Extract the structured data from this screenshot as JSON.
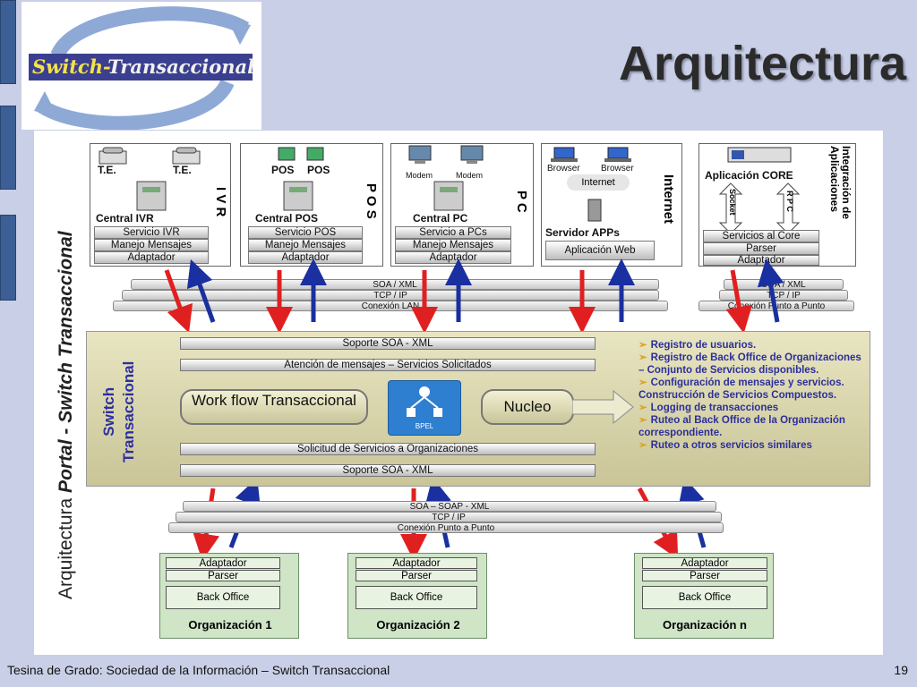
{
  "slide": {
    "title": "Arquitectura",
    "footer": "Tesina de Grado: Sociedad de la Información – Switch Transaccional",
    "page_number": "19",
    "logo_text_a": "Switch-",
    "logo_text_b": "Transaccional"
  },
  "diagram": {
    "side_title_a": "Arquitectura ",
    "side_title_b": "Portal - Switch Transaccional",
    "columns": [
      {
        "vlabel": "I V R",
        "items": [
          "T.E.",
          "T.E."
        ],
        "central": "Central  IVR",
        "layers": [
          "Servicio IVR",
          "Manejo Mensajes",
          "Adaptador"
        ]
      },
      {
        "vlabel": "P O S",
        "items": [
          "POS",
          "POS"
        ],
        "central": "Central POS",
        "layers": [
          "Servicio POS",
          "Manejo Mensajes",
          "Adaptador"
        ]
      },
      {
        "vlabel": "P C",
        "items": [
          "Modem",
          "Modem"
        ],
        "central": "Central PC",
        "layers": [
          "Servicio a PCs",
          "Manejo Mensajes",
          "Adaptador"
        ]
      },
      {
        "vlabel": "Internet",
        "items": [
          "Browser",
          "Browser"
        ],
        "central": "Servidor APPs",
        "cloud": "Internet",
        "layers": [
          "Aplicación Web"
        ]
      },
      {
        "vlabel": "Integración de Aplicaciones",
        "central": "Aplicación CORE",
        "socket": "Socket",
        "rpc": "R P C",
        "layers": [
          "Servicios al Core",
          "Parser",
          "Adaptador"
        ]
      }
    ],
    "top_protocols_left": [
      "SOA / XML",
      "TCP / IP",
      "Conexión LAN"
    ],
    "top_protocols_right": [
      "SOA / XML",
      "TCP / IP",
      "Conexión Punto a Punto"
    ],
    "switch_label": [
      "Switch",
      "Transaccional"
    ],
    "switch_layers": [
      "Soporte SOA - XML",
      "Atención de mensajes – Servicios Solicitados",
      "Solicitud de Servicios a Organizaciones",
      "Soporte SOA - XML"
    ],
    "workflow": "Work flow Transaccional",
    "bpel": "BPEL",
    "nucleo": "Nucleo",
    "features": [
      "Registro de usuarios.",
      "Registro de Back Office de Organizaciones – Conjunto de Servicios disponibles.",
      "Configuración de mensajes y servicios. Construcción de Servicios Compuestos.",
      "Logging de transacciones",
      "Ruteo al Back Office de la Organización correspondiente.",
      "Ruteo a otros servicios similares"
    ],
    "bottom_protocols": [
      "SOA – SOAP - XML",
      "TCP / IP",
      "Conexión Punto a Punto"
    ],
    "organizations": [
      {
        "name": "Organización 1",
        "layers": [
          "Adaptador",
          "Parser",
          "Back Office"
        ]
      },
      {
        "name": "Organización 2",
        "layers": [
          "Adaptador",
          "Parser",
          "Back Office"
        ]
      },
      {
        "name": "Organización n",
        "layers": [
          "Adaptador",
          "Parser",
          "Back Office"
        ]
      }
    ]
  },
  "colors": {
    "background": "#c9cfe6",
    "accent_bar": "#3c5f96",
    "switch_band": "#d8d4a8",
    "org_green": "#cfe5c6",
    "arrow_red": "#e02020",
    "arrow_blue": "#1a2fa0",
    "feature_text": "#2c2f9a"
  }
}
